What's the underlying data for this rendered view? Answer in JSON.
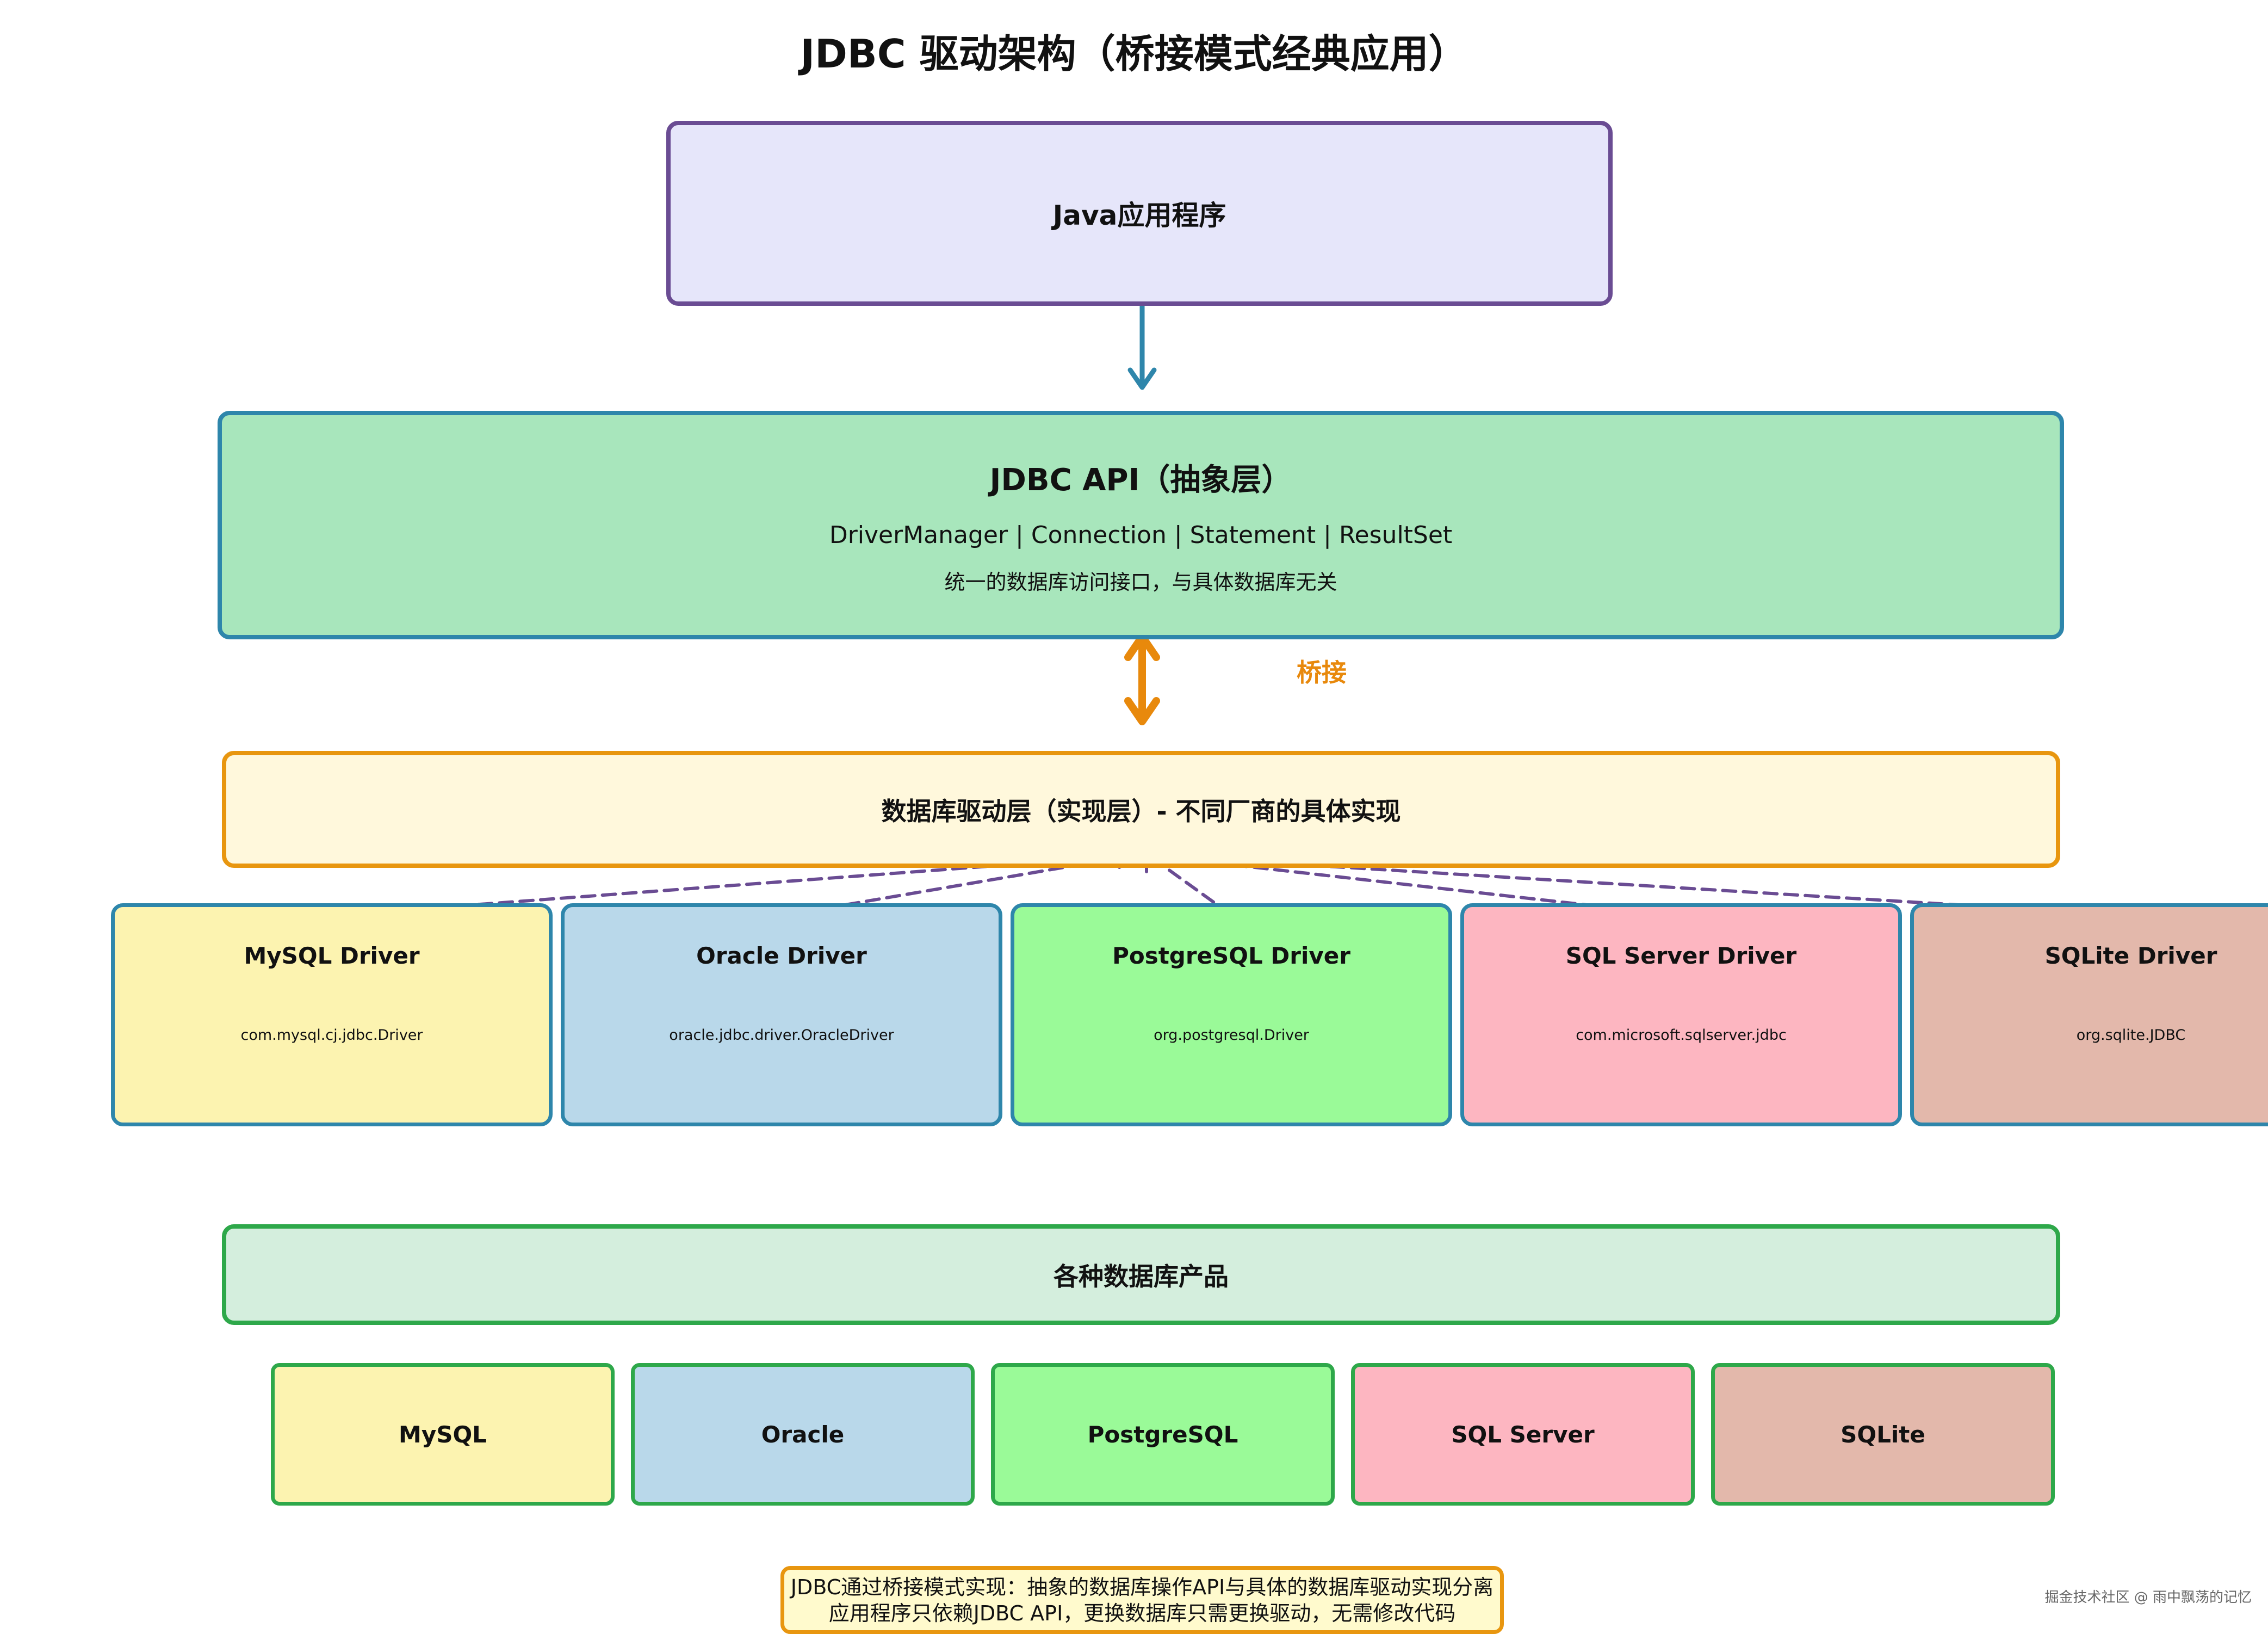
{
  "title": "JDBC 驱动架构（桥接模式经典应用）",
  "application": {
    "label": "Java应用程序"
  },
  "api": {
    "title": "JDBC API（抽象层）",
    "classes": "DriverManager | Connection | Statement | ResultSet",
    "description": "统一的数据库访问接口，与具体数据库无关"
  },
  "bridge_label": "桥接",
  "driver_layer": {
    "label": "数据库驱动层（实现层）- 不同厂商的具体实现"
  },
  "drivers": [
    {
      "name": "MySQL Driver",
      "class": "com.mysql.cj.jdbc.Driver",
      "color": "#fcf3b0"
    },
    {
      "name": "Oracle Driver",
      "class": "oracle.jdbc.driver.OracleDriver",
      "color": "#b9d8ea"
    },
    {
      "name": "PostgreSQL Driver",
      "class": "org.postgresql.Driver",
      "color": "#9afa98"
    },
    {
      "name": "SQL Server Driver",
      "class": "com.microsoft.sqlserver.jdbc",
      "color": "#fdb6c1"
    },
    {
      "name": "SQLite Driver",
      "class": "org.sqlite.JDBC",
      "color": "#e3b8ab"
    }
  ],
  "products_layer": {
    "label": "各种数据库产品"
  },
  "databases": [
    {
      "name": "MySQL",
      "color": "#fcf3b0"
    },
    {
      "name": "Oracle",
      "color": "#b9d8ea"
    },
    {
      "name": "PostgreSQL",
      "color": "#9afa98"
    },
    {
      "name": "SQL Server",
      "color": "#fdb6c1"
    },
    {
      "name": "SQLite",
      "color": "#e3b8ab"
    }
  ],
  "note": {
    "line1": "JDBC通过桥接模式实现：抽象的数据库操作API与具体的数据库驱动实现分离",
    "line2": "应用程序只依赖JDBC API，更换数据库只需更换驱动，无需修改代码"
  },
  "watermark": "掘金技术社区 @ 雨中飘荡的记忆",
  "colors": {
    "app_border": "#6a4c93",
    "api_border": "#2e86ab",
    "bridge": "#e8890c",
    "dashed_arrow": "#6a4c93",
    "db_border": "#2ea84a"
  }
}
